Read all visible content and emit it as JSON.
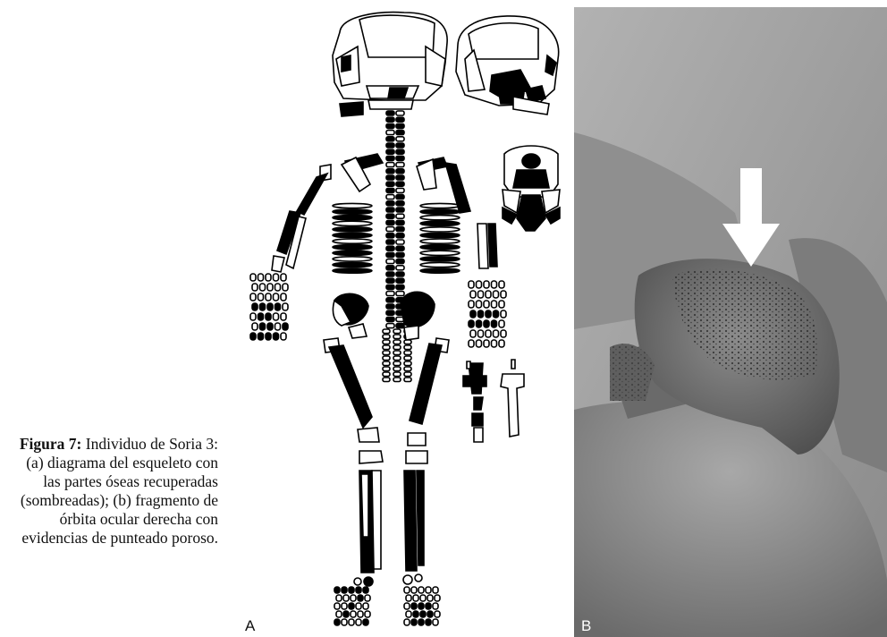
{
  "caption": {
    "figure_label": "Figura 7:",
    "text": " Individuo de Soria 3: (a) diagrama del esqueleto con las partes óseas recuperadas (sombreadas); (b) fragmento de órbita ocular derecha con evidencias de punteado poroso."
  },
  "panels": {
    "a_label": "A",
    "b_label": "B"
  },
  "colors": {
    "bone_filled": "#000000",
    "bone_outline": "#000000",
    "photo_background": "#9a9a9a",
    "arrow": "#ffffff"
  }
}
